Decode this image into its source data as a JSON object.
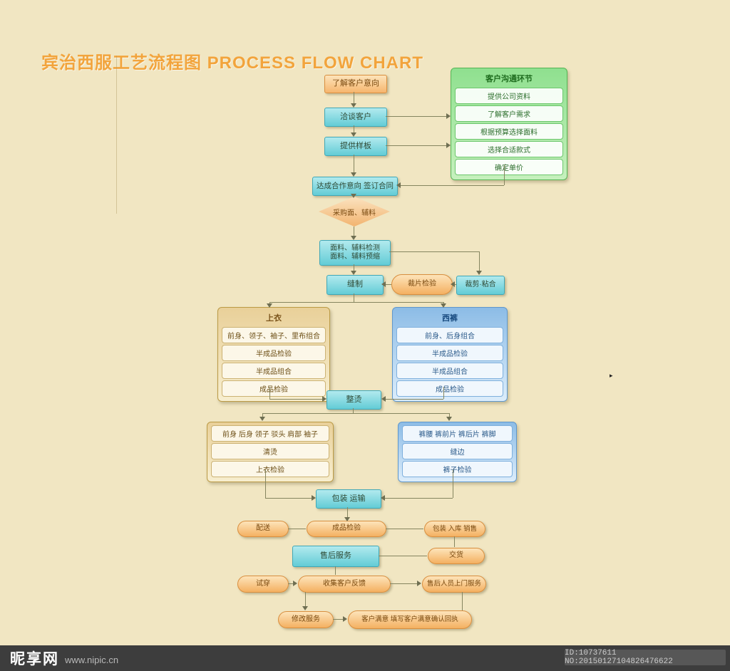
{
  "title": "宾治西服工艺流程图 PROCESS FLOW CHART",
  "colors": {
    "background": "#f1e6c2",
    "title_accent": "#f2a43c",
    "node_cyan": "#7fd4dc",
    "node_orange": "#f8c07a",
    "panel_green": "#8fe08f",
    "panel_tan": "#e9d099",
    "panel_blue": "#8cbce6",
    "watermark_bar": "#3d3d3d"
  },
  "flow": {
    "understand_intent": "了解客户意向",
    "negotiate": "洽谈客户",
    "provide_sample": "提供样板",
    "comm_panel": {
      "header": "客户沟通环节",
      "rows": [
        "提供公司资料",
        "了解客户需求",
        "根据预算选择面料",
        "选择合适款式",
        "确定单价"
      ]
    },
    "contract": "达成合作意向 签订合同",
    "purchase": "采购面、辅料",
    "fabric_inspect": "面料、辅料检测",
    "fabric_preshrink": "面料、辅料预缩",
    "cut_fuse": "裁剪·粘合",
    "piece_inspect": "裁片检验",
    "sew": "缝制",
    "jacket_panel": {
      "header": "上衣",
      "rows": [
        "前身、领子、袖子、里布组合",
        "半成品检验",
        "半成品组合",
        "成品检验"
      ]
    },
    "trouser_panel": {
      "header": "西裤",
      "rows": [
        "前身、后身组合",
        "半成品检验",
        "半成品组合",
        "成品检验"
      ]
    },
    "press": "整烫",
    "jacket_finish_panel": {
      "rows": [
        "前身 后身 领子 驳头 肩部 袖子",
        "清烫",
        "上衣检验"
      ]
    },
    "trouser_finish_panel": {
      "rows": [
        "裤腰 裤前片 裤后片 裤脚",
        "缝边",
        "裤子检验"
      ]
    },
    "pack_ship": "包装 运输",
    "dispatch": "配送",
    "final_inspect": "成品检验",
    "pack_store_sell": "包装 入库 销售",
    "after_sales": "售后服务",
    "handover": "交货",
    "try_on": "试穿",
    "collect_feedback": "收集客户反馈",
    "home_service": "售后人员上门服务",
    "alteration": "修改服务",
    "satisfaction": "客户满意 填写客户满意确认回执"
  },
  "watermark": {
    "site_name": "昵享网",
    "site_url": "www.nipic.cn",
    "id_text": "ID:10737611 NO:20150127104826476622"
  }
}
